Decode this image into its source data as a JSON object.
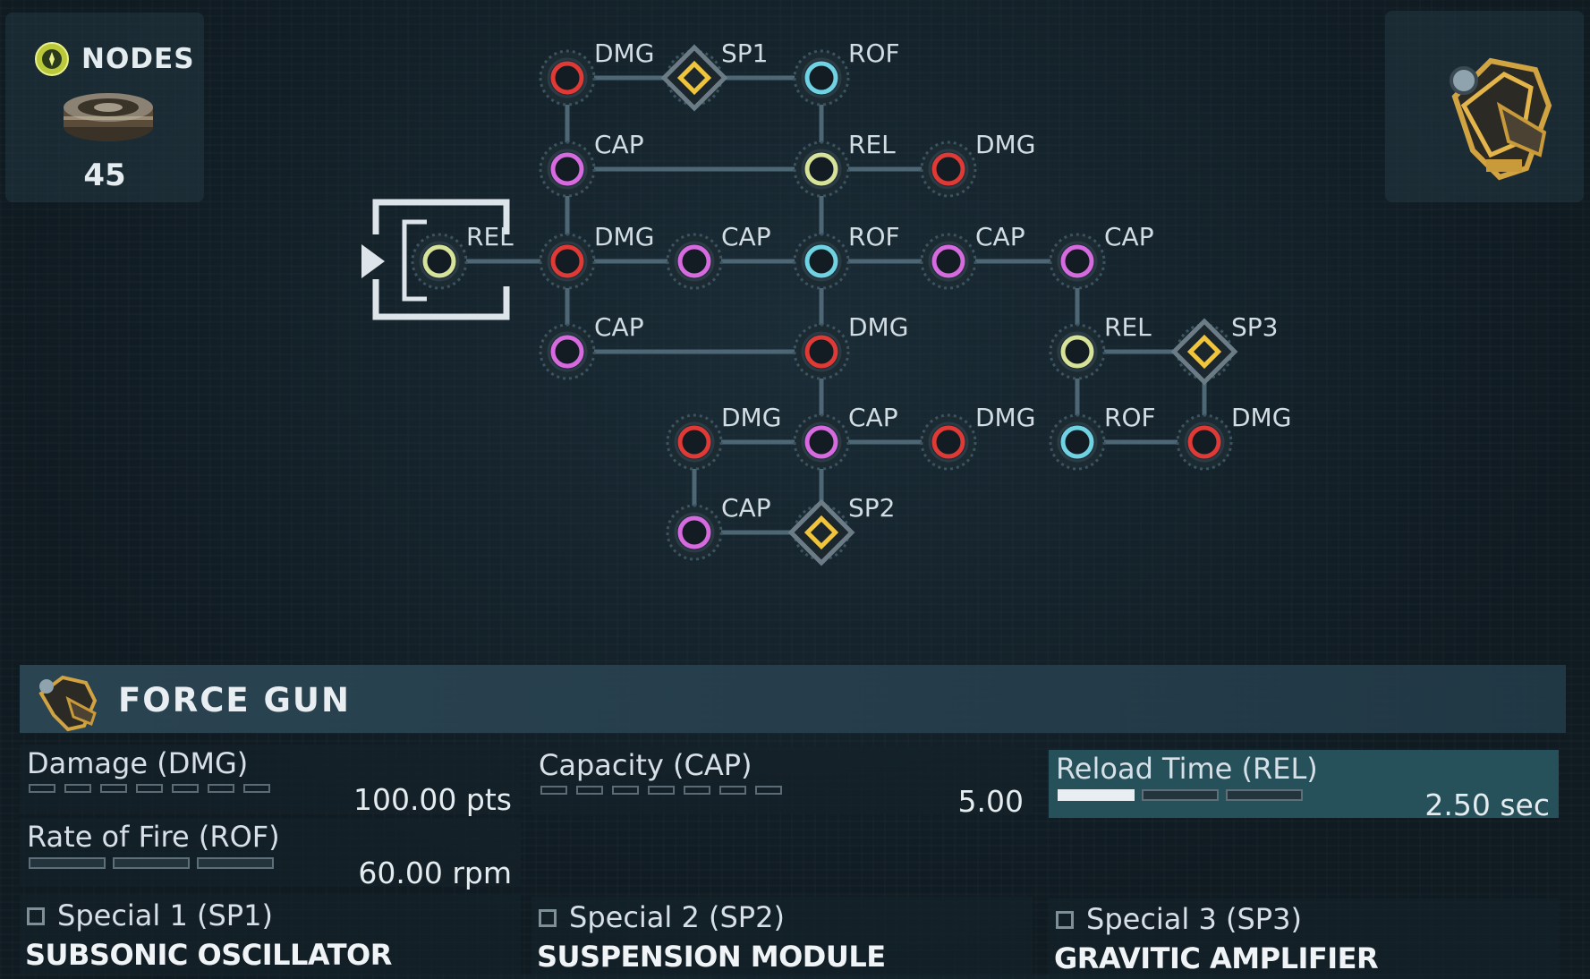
{
  "nodes_panel": {
    "title": "NODES",
    "count": "45",
    "icon": "node-currency-icon"
  },
  "weapon": {
    "name": "FORCE GUN",
    "icon": "force-gun-icon"
  },
  "colors": {
    "DMG": "#e03a36",
    "CAP": "#d86ae0",
    "ROF": "#6fd3e3",
    "REL": "#d8e39a",
    "SP": "#f0c53c"
  },
  "tree_nodes": [
    {
      "id": "start",
      "type": "REL",
      "label": "REL",
      "start": true
    },
    {
      "id": "n-dmg-top",
      "type": "DMG",
      "label": "DMG"
    },
    {
      "id": "n-sp1",
      "type": "SP",
      "label": "SP1"
    },
    {
      "id": "n-rof-top",
      "type": "ROF",
      "label": "ROF"
    },
    {
      "id": "n-cap-r2",
      "type": "CAP",
      "label": "CAP"
    },
    {
      "id": "n-rel-r2",
      "type": "REL",
      "label": "REL"
    },
    {
      "id": "n-dmg-r2",
      "type": "DMG",
      "label": "DMG"
    },
    {
      "id": "n-dmg-r3",
      "type": "DMG",
      "label": "DMG"
    },
    {
      "id": "n-cap-r3a",
      "type": "CAP",
      "label": "CAP"
    },
    {
      "id": "n-rof-r3",
      "type": "ROF",
      "label": "ROF"
    },
    {
      "id": "n-cap-r3b",
      "type": "CAP",
      "label": "CAP"
    },
    {
      "id": "n-cap-r3c",
      "type": "CAP",
      "label": "CAP"
    },
    {
      "id": "n-cap-r4",
      "type": "CAP",
      "label": "CAP"
    },
    {
      "id": "n-dmg-r4",
      "type": "DMG",
      "label": "DMG"
    },
    {
      "id": "n-rel-r4",
      "type": "REL",
      "label": "REL"
    },
    {
      "id": "n-sp3",
      "type": "SP",
      "label": "SP3"
    },
    {
      "id": "n-dmg-r5a",
      "type": "DMG",
      "label": "DMG"
    },
    {
      "id": "n-cap-r5",
      "type": "CAP",
      "label": "CAP"
    },
    {
      "id": "n-dmg-r5b",
      "type": "DMG",
      "label": "DMG"
    },
    {
      "id": "n-rof-r5",
      "type": "ROF",
      "label": "ROF"
    },
    {
      "id": "n-dmg-r5c",
      "type": "DMG",
      "label": "DMG"
    },
    {
      "id": "n-cap-r6",
      "type": "CAP",
      "label": "CAP"
    },
    {
      "id": "n-sp2",
      "type": "SP",
      "label": "SP2"
    }
  ],
  "stats": {
    "damage": {
      "name": "Damage (DMG)",
      "value": "100.00 pts",
      "filled": 0,
      "segments": 7
    },
    "capacity": {
      "name": "Capacity (CAP)",
      "value": "5.00",
      "filled": 0,
      "segments": 7
    },
    "reload": {
      "name": "Reload Time (REL)",
      "value": "2.50 sec",
      "filled": 1,
      "segments": 3
    },
    "rof": {
      "name": "Rate of Fire (ROF)",
      "value": "60.00 rpm",
      "filled": 0,
      "segments": 3
    }
  },
  "specials": [
    {
      "label": "Special 1 (SP1)",
      "name": "SUBSONIC OSCILLATOR"
    },
    {
      "label": "Special 2 (SP2)",
      "name": "SUSPENSION MODULE"
    },
    {
      "label": "Special 3 (SP3)",
      "name": "GRAVITIC AMPLIFIER"
    }
  ]
}
